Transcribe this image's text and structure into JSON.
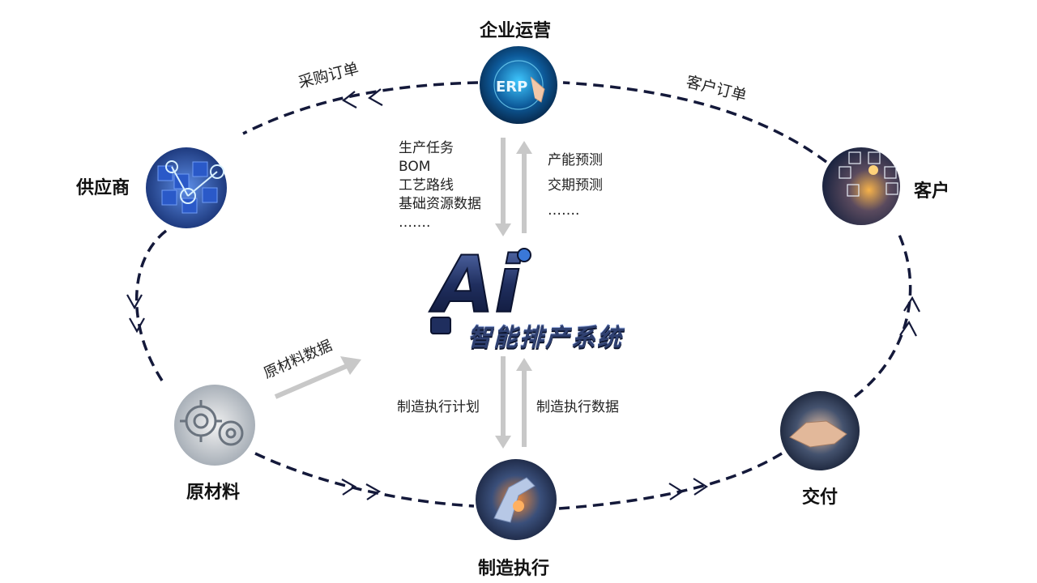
{
  "nodes": {
    "enterprise": "企业运营",
    "customer": "客户",
    "supplier": "供应商",
    "raw_material": "原材料",
    "manufacturing": "制造执行",
    "delivery": "交付"
  },
  "edges": {
    "purchase_order": "采购订单",
    "customer_order": "客户订单",
    "raw_material_data": "原材料数据"
  },
  "erp_badge": "ERP",
  "ai_logo": "Ai",
  "ai_system_title": "智能排产系统",
  "down_flow_top": [
    "生产任务",
    "BOM",
    "工艺路线",
    "基础资源数据",
    "……."
  ],
  "up_flow_top": [
    "产能预测",
    "交期预测",
    "……."
  ],
  "down_flow_bottom": "制造执行计划",
  "up_flow_bottom": "制造执行数据",
  "colors": {
    "loop": "#14193a",
    "flow_arrow": "#c8c8c8",
    "ai_blue": "#2b3d73"
  }
}
